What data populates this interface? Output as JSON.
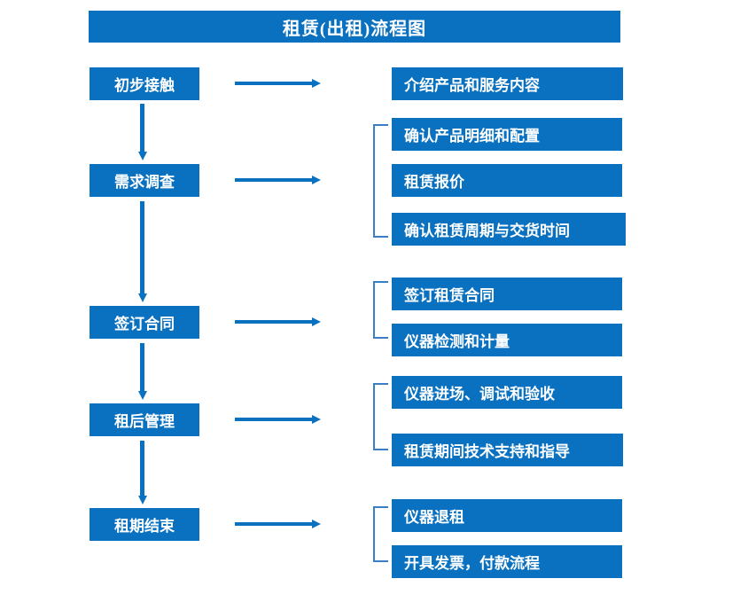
{
  "title": "租赁(出租)流程图",
  "colors": {
    "box_fill": "#0a71c0",
    "box_text": "#ffffff",
    "arrow": "#0a71c0",
    "bracket": "#3a7fc4",
    "background": "#ffffff"
  },
  "stages": [
    {
      "label": "初步接触"
    },
    {
      "label": "需求调查"
    },
    {
      "label": "签订合同"
    },
    {
      "label": "租后管理"
    },
    {
      "label": "租期结束"
    }
  ],
  "details": {
    "group1": [
      {
        "label": "介绍产品和服务内容"
      }
    ],
    "group2": [
      {
        "label": "确认产品明细和配置"
      },
      {
        "label": "租赁报价"
      },
      {
        "label": "确认租赁周期与交货时间"
      }
    ],
    "group3": [
      {
        "label": "签订租赁合同"
      },
      {
        "label": "仪器检测和计量"
      }
    ],
    "group4": [
      {
        "label": "仪器进场、调试和验收"
      },
      {
        "label": "租赁期间技术支持和指导"
      }
    ],
    "group5": [
      {
        "label": "仪器退租"
      },
      {
        "label": "开具发票，付款流程"
      }
    ]
  }
}
